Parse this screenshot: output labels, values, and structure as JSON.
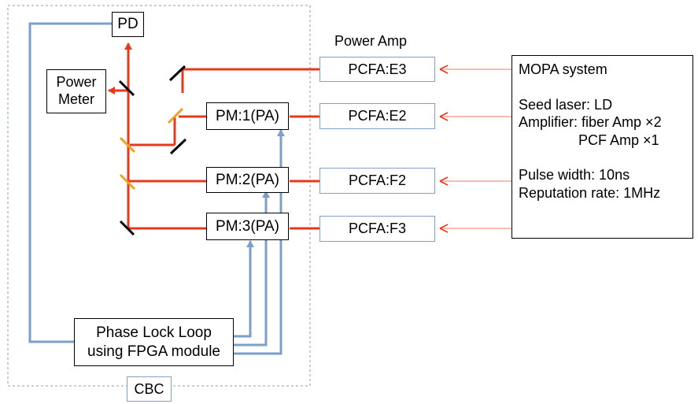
{
  "labels": {
    "pd": "PD",
    "power_meter": [
      "Power",
      "Meter"
    ],
    "power_amp": "Power Amp",
    "cbc": "CBC",
    "pm1": "PM:1(PA)",
    "pm2": "PM:2(PA)",
    "pm3": "PM:3(PA)",
    "pcfa_e3": "PCFA:E3",
    "pcfa_e2": "PCFA:E2",
    "pcfa_f2": "PCFA:F2",
    "pcfa_f3": "PCFA:F3",
    "pll": [
      "Phase Lock Loop",
      "using FPGA module"
    ]
  },
  "mopa": {
    "title": "MOPA system",
    "seed": "Seed laser: LD",
    "amp1": "Amplifier: fiber Amp ×2",
    "amp2": "PCF Amp ×1",
    "pulse": "Pulse width: 10ns",
    "rate": "Reputation rate: 1MHz"
  },
  "colors": {
    "laser": "#e8381b",
    "laser_thin": "#f3a79b",
    "control": "#7a9fcb",
    "mirror": "#000000",
    "beamsplitter": "#f0a023",
    "boundary": "#7fa1c9"
  }
}
